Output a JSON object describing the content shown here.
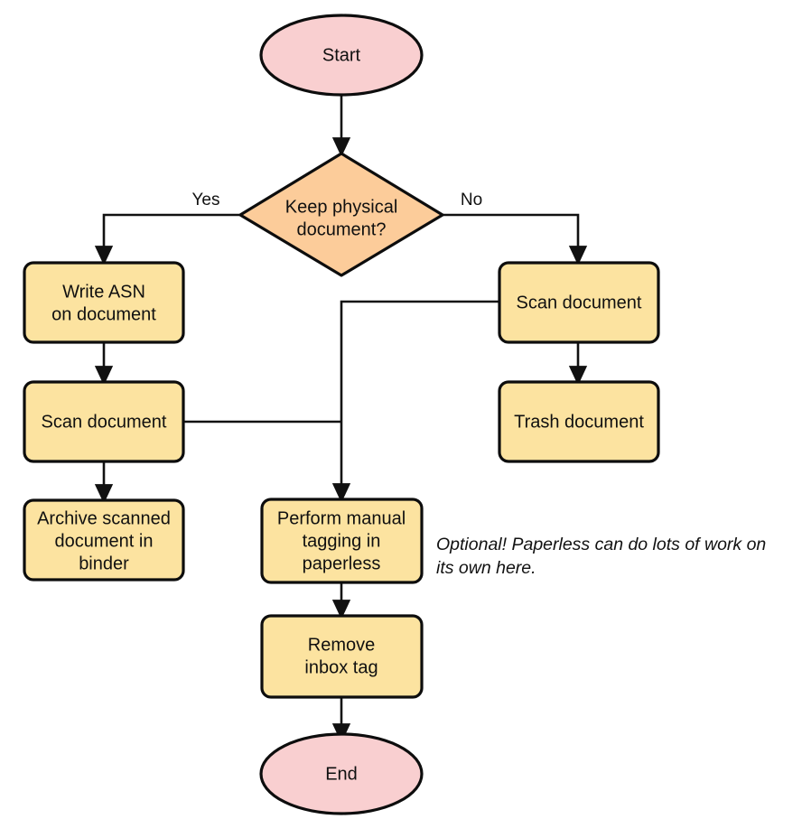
{
  "diagram": {
    "type": "flowchart",
    "title_text": "",
    "background_color": "#ffffff",
    "palette": {
      "terminator_fill": "#f9cfd0",
      "decision_fill": "#fccc9a",
      "process_fill": "#fce3a0",
      "stroke": "#0d0d0d",
      "edge": "#111111",
      "text": "#101010"
    },
    "nodes": {
      "start": {
        "label": "Start",
        "shape": "ellipse"
      },
      "decision": {
        "label_line1": "Keep physical",
        "label_line2": "document?",
        "shape": "diamond"
      },
      "write_asn": {
        "label_line1": "Write ASN",
        "label_line2": "on document",
        "shape": "process"
      },
      "scan_left": {
        "label": "Scan document",
        "shape": "process"
      },
      "archive": {
        "label_line1": "Archive scanned",
        "label_line2": "document in",
        "label_line3": "binder",
        "shape": "process"
      },
      "scan_right": {
        "label": "Scan document",
        "shape": "process"
      },
      "trash": {
        "label": "Trash document",
        "shape": "process"
      },
      "tagging": {
        "label_line1": "Perform manual",
        "label_line2": "tagging in",
        "label_line3": "paperless",
        "shape": "process"
      },
      "remove_inbox": {
        "label_line1": "Remove",
        "label_line2": "inbox tag",
        "shape": "process"
      },
      "end": {
        "label": "End",
        "shape": "ellipse"
      }
    },
    "edge_labels": {
      "yes": "Yes",
      "no": "No"
    },
    "annotation": {
      "line1": "Optional! Paperless can do lots of work on",
      "line2": "its own here."
    }
  }
}
